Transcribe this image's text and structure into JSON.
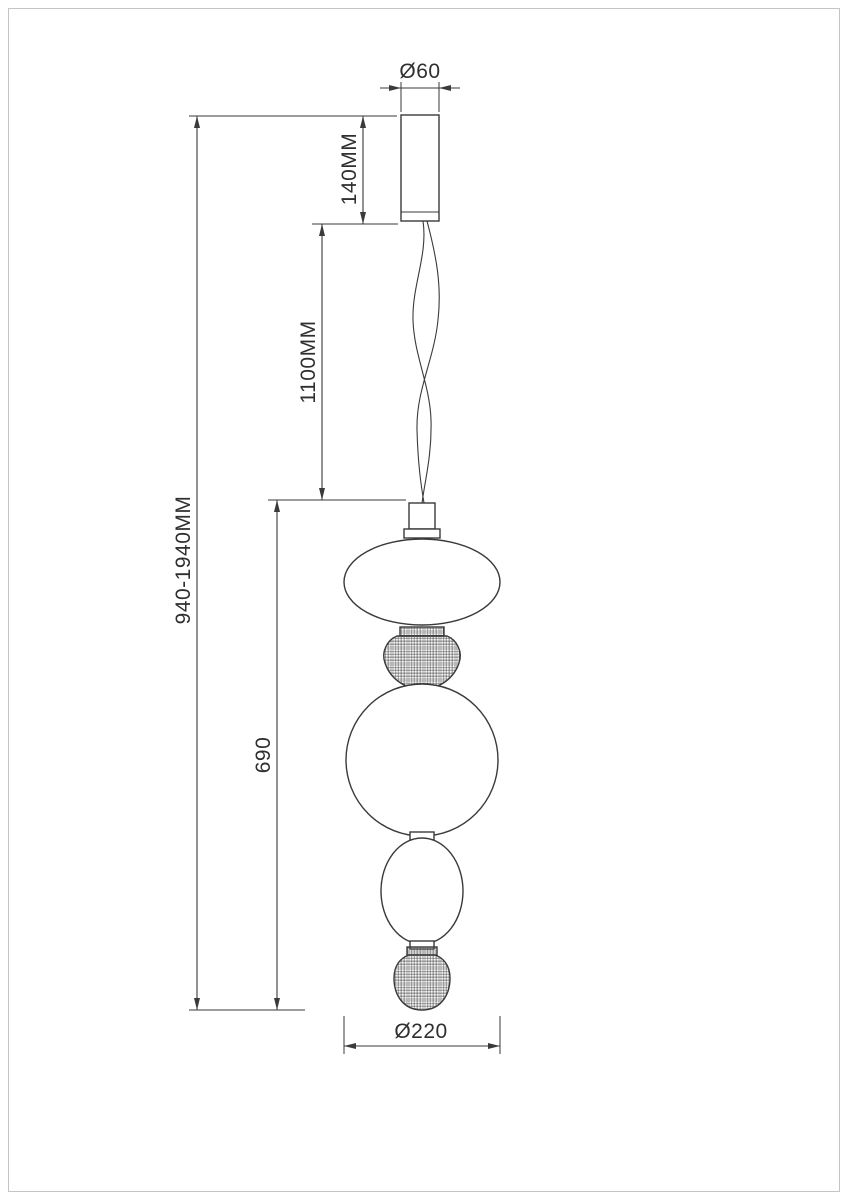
{
  "drawing": {
    "dims": {
      "canopy_diameter": "Ø60",
      "canopy_height": "140MM",
      "cable_length": "1100MM",
      "overall_height": "940-1940MM",
      "fixture_height": "690",
      "fixture_diameter": "Ø220"
    },
    "colors": {
      "line": "#3a3a3a",
      "text": "#2f2f2f",
      "frame": "#c4c4c4",
      "background": "#ffffff"
    }
  }
}
